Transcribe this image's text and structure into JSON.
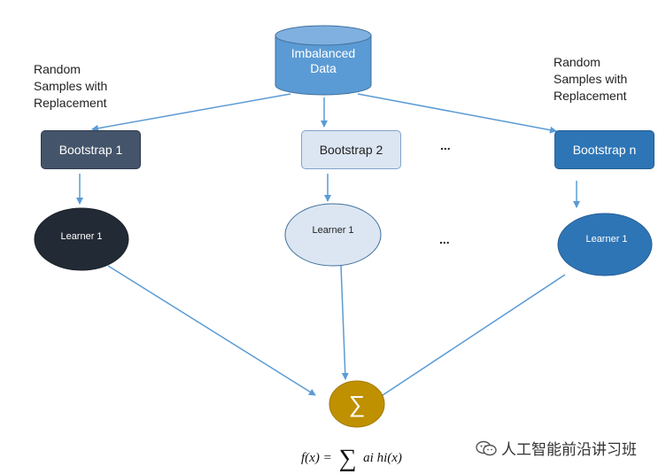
{
  "database": {
    "label_line1": "Imbalanced",
    "label_line2": "Data"
  },
  "left_note": {
    "line1": "Random",
    "line2": "Samples with",
    "line3": "Replacement"
  },
  "right_note": {
    "line1": "Random",
    "line2": "Samples with",
    "line3": "Replacement"
  },
  "bootstraps": [
    {
      "label": "Bootstrap 1"
    },
    {
      "label": "Bootstrap 2"
    },
    {
      "label": "Bootstrap n"
    }
  ],
  "learners": [
    {
      "label": "Learner 1"
    },
    {
      "label": "Learner 1"
    },
    {
      "label": "Learner 1"
    }
  ],
  "ellipsis_top": "...",
  "ellipsis_mid": "...",
  "aggregator": {
    "symbol": "∑"
  },
  "formula": {
    "lhs": "f(x) =",
    "sum": "∑",
    "rhs": "ai hi(x)"
  },
  "watermark": {
    "text": "人工智能前沿讲习班"
  },
  "colors": {
    "arrow": "#5b9bd5",
    "db": "#5b9bd5",
    "bootstrap1": "#44546a",
    "bootstrap2": "#dce6f2",
    "bootstrapn": "#2e75b6",
    "learner1": "#222a35",
    "learner2": "#dce6f2",
    "learnern": "#2e75b6",
    "aggregator": "#bf9000"
  }
}
